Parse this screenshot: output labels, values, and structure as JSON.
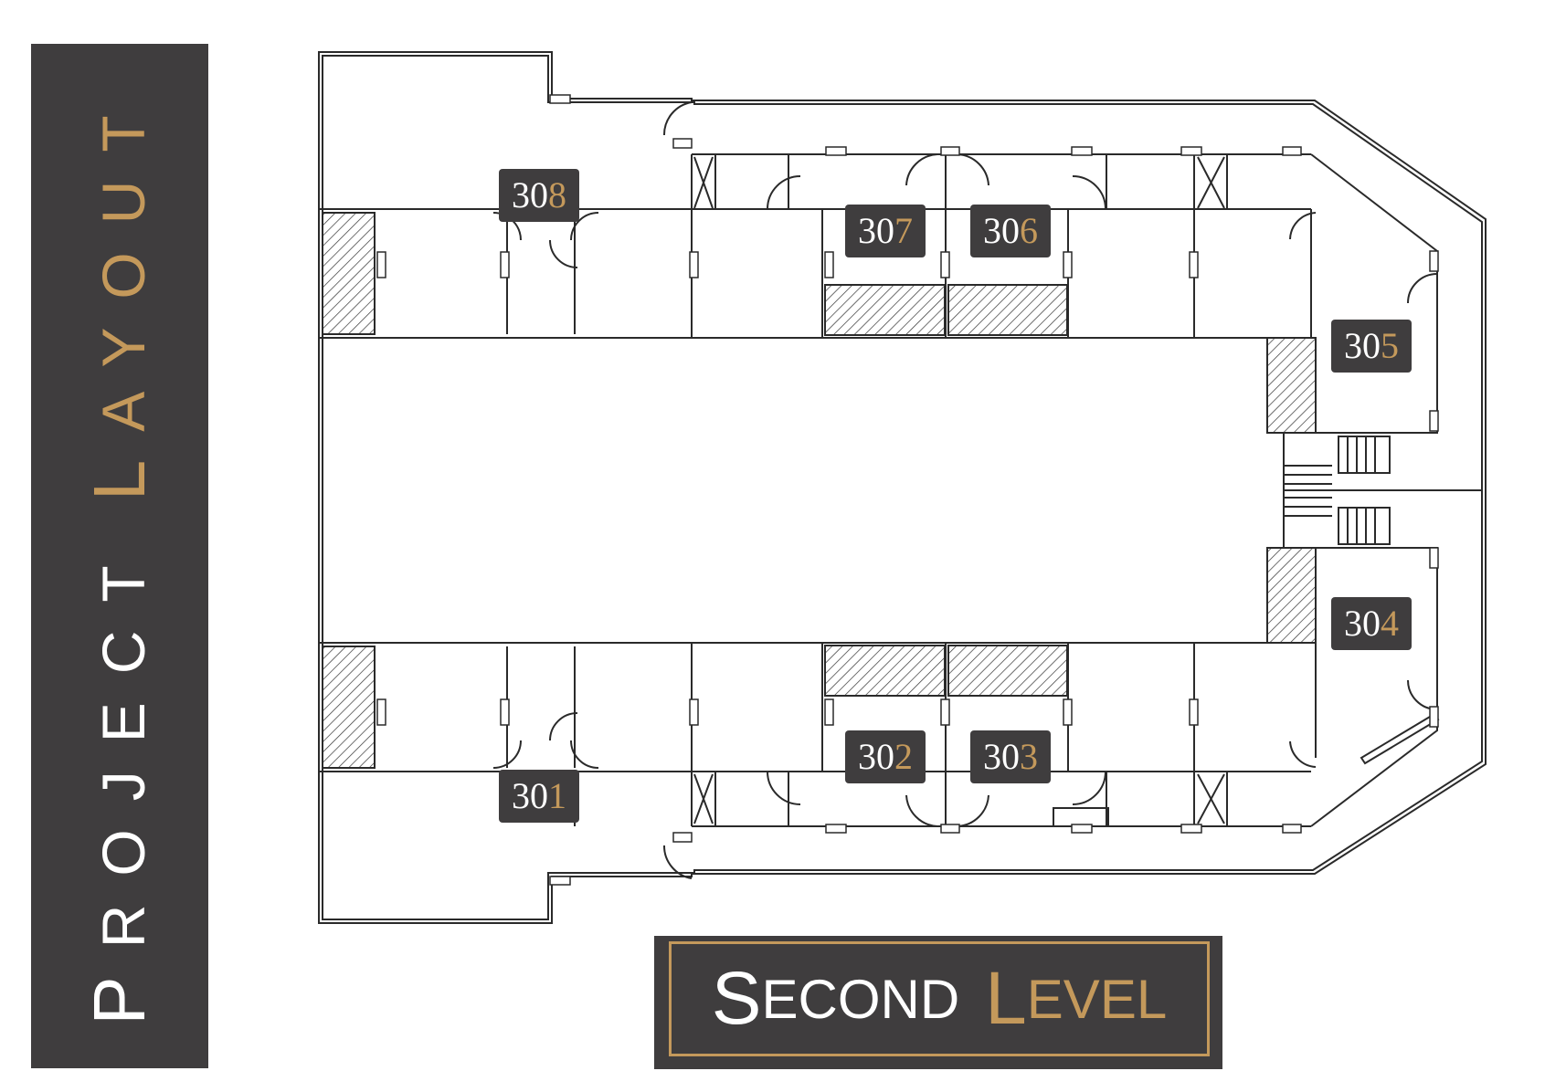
{
  "sidebar": {
    "title_word1": "PROJECT",
    "title_word2": "LAYOUT",
    "title_word1_first": "P",
    "title_word1_rest": "ROJECT",
    "title_word2_first": "L",
    "title_word2_rest": "AYOUT"
  },
  "units": [
    {
      "number": "308",
      "prefix": "30",
      "suffix": "8"
    },
    {
      "number": "307",
      "prefix": "30",
      "suffix": "7"
    },
    {
      "number": "306",
      "prefix": "30",
      "suffix": "6"
    },
    {
      "number": "305",
      "prefix": "30",
      "suffix": "5"
    },
    {
      "number": "304",
      "prefix": "30",
      "suffix": "4"
    },
    {
      "number": "303",
      "prefix": "30",
      "suffix": "3"
    },
    {
      "number": "302",
      "prefix": "30",
      "suffix": "2"
    },
    {
      "number": "301",
      "prefix": "30",
      "suffix": "1"
    }
  ],
  "level": {
    "word1": "SECOND",
    "word2": "LEVEL",
    "word1_first": "S",
    "word1_rest": "ECOND",
    "word2_first": "L",
    "word2_rest": "EVEL"
  },
  "colors": {
    "dark": "#3f3d3e",
    "gold": "#c4995b",
    "line": "#2a2a2a"
  }
}
